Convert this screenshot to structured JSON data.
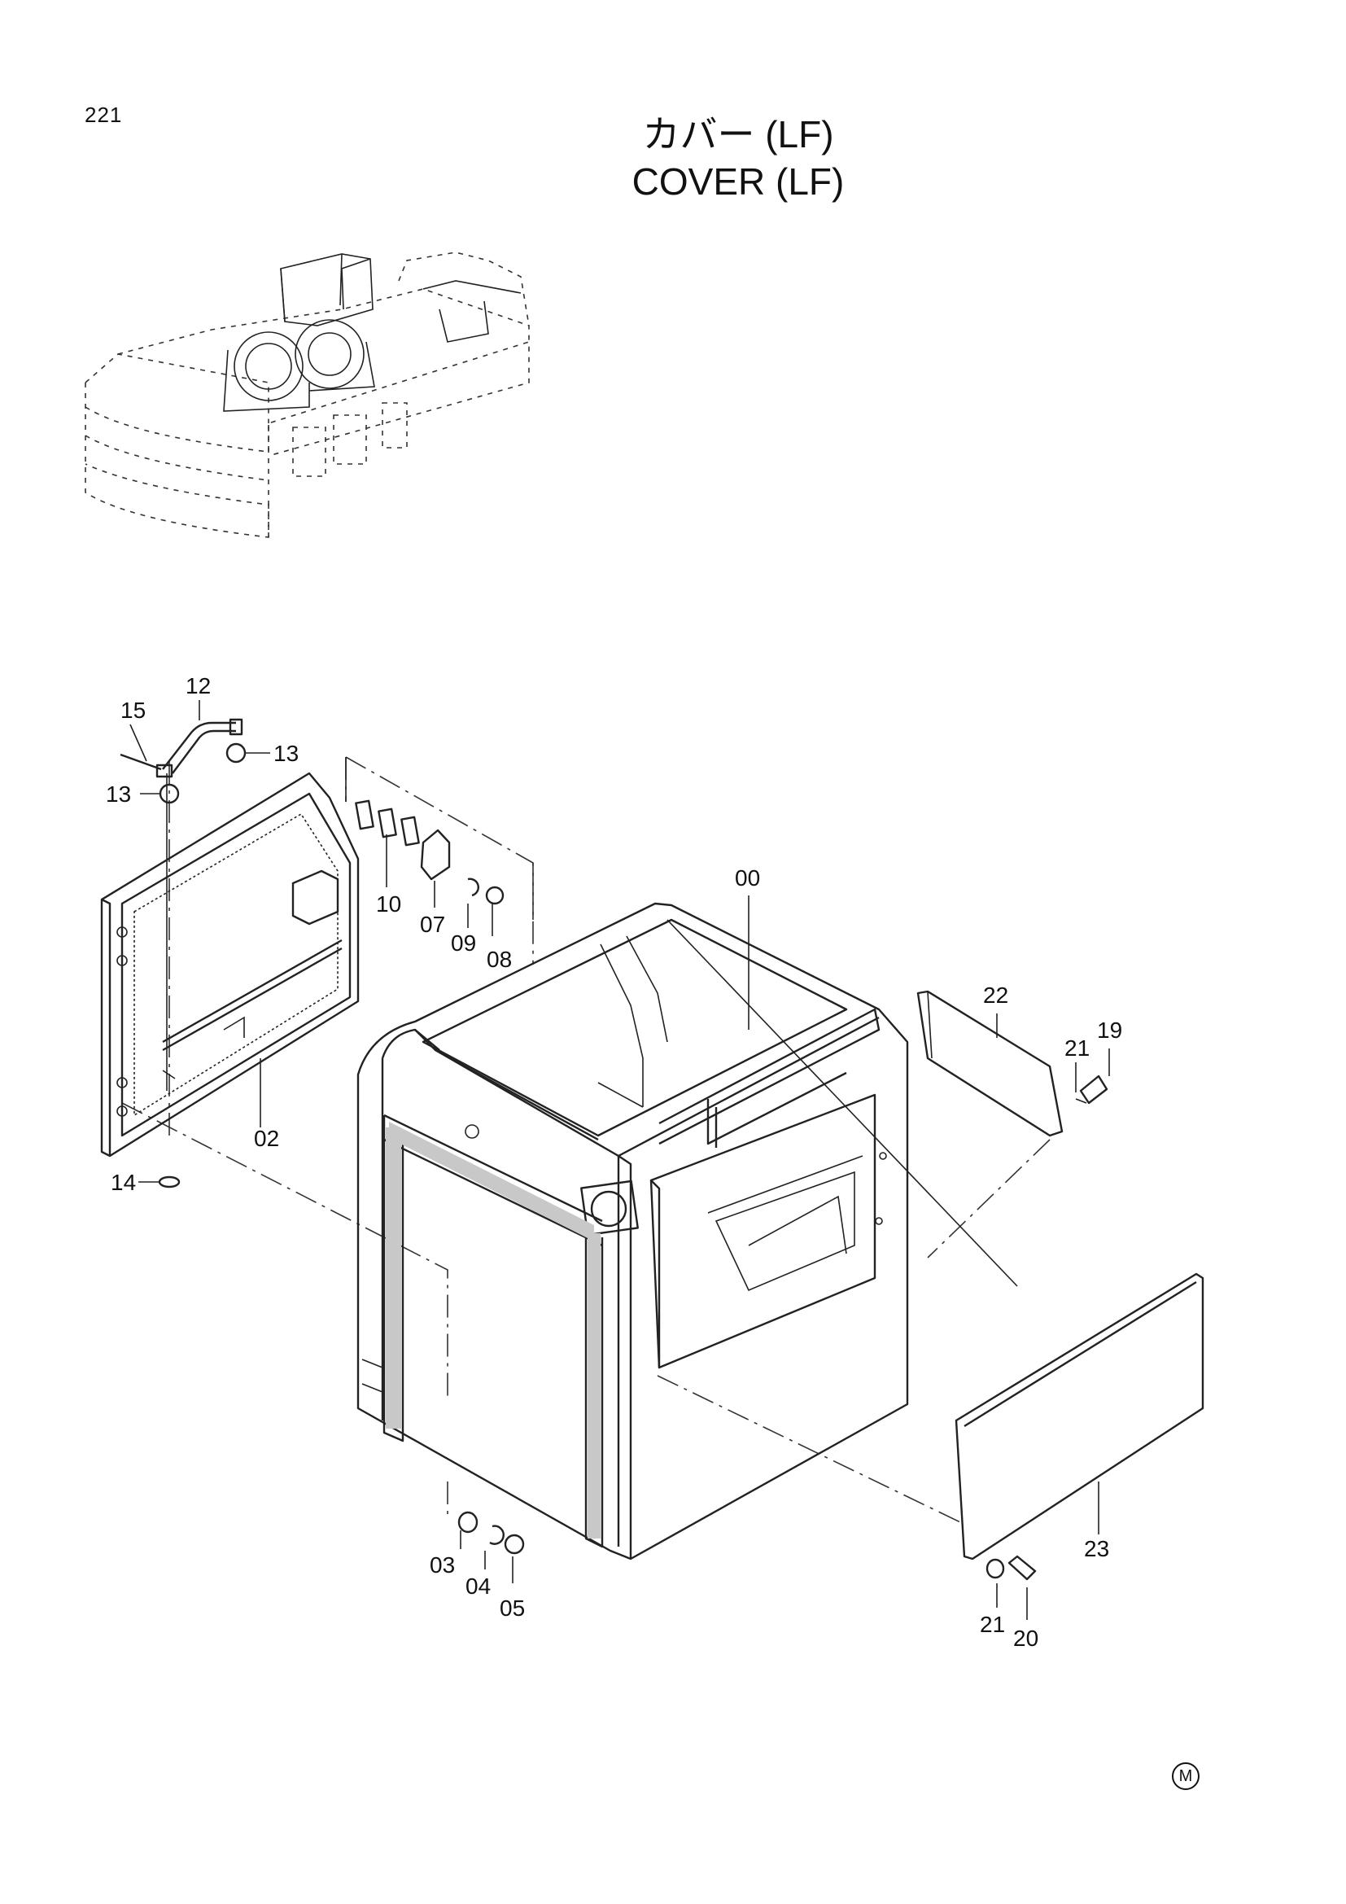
{
  "page": {
    "number": "221"
  },
  "title": {
    "japanese": "カバー (LF)",
    "english": "COVER (LF)"
  },
  "footer": {
    "mark": "M"
  },
  "diagram": {
    "locator_icon": "excavator-locator-sketch",
    "callouts": [
      "00",
      "02",
      "03",
      "04",
      "05",
      "07",
      "08",
      "09",
      "10",
      "12",
      "13",
      "13",
      "14",
      "15",
      "19",
      "20",
      "21",
      "21",
      "22",
      "23"
    ]
  }
}
